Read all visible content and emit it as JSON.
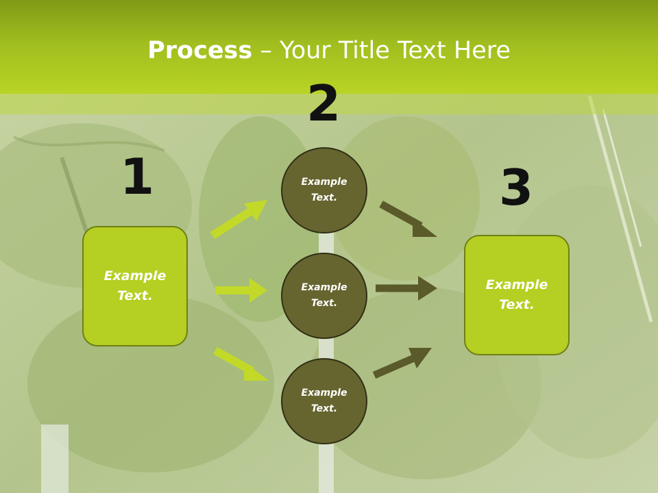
{
  "slide": {
    "title_bold": "Process",
    "title_rest": " – Your Title Text Here"
  },
  "steps": [
    {
      "number": "1",
      "text": "Example\nText."
    },
    {
      "number": "2",
      "items": [
        "Example\nText.",
        "Example\nText.",
        "Example\nText."
      ]
    },
    {
      "number": "3",
      "text": "Example\nText."
    }
  ],
  "colors": {
    "header_green": "#9fbd1e",
    "box_fill": "#b5cf22",
    "circle_fill": "#666530",
    "light_arrow": "#c2d92a",
    "dark_arrow": "#5a5a2a"
  }
}
